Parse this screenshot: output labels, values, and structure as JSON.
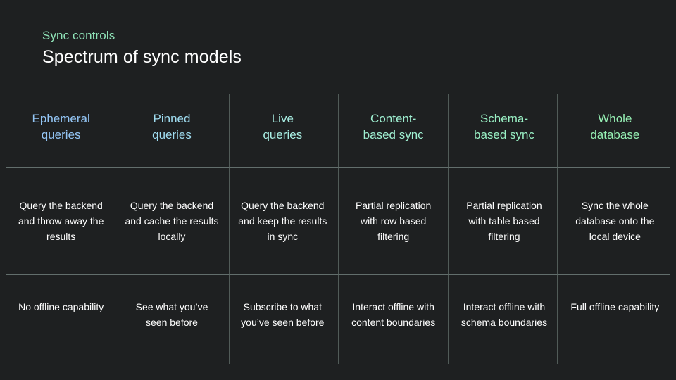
{
  "header": {
    "eyebrow": "Sync controls",
    "title": "Spectrum of sync models"
  },
  "colors": {
    "background": "#1e2021",
    "eyebrow": "#8fe3b8",
    "title": "#ffffff",
    "body_text": "#ffffff",
    "rule": "#6f7d79",
    "column_headers": [
      "#93c5f5",
      "#9fdcf0",
      "#a9efe4",
      "#9ff0d2",
      "#99f0c4",
      "#96f0b4"
    ]
  },
  "table": {
    "columns": [
      {
        "header": "Ephemeral\nqueries",
        "header_line1": "Ephemeral",
        "header_line2": "queries",
        "description": "Query the backend and throw away the results",
        "offline": "No offline capability"
      },
      {
        "header": "Pinned\nqueries",
        "header_line1": "Pinned",
        "header_line2": "queries",
        "description": "Query the backend and cache the results locally",
        "offline": "See what you’ve seen before"
      },
      {
        "header": "Live\nqueries",
        "header_line1": "Live",
        "header_line2": "queries",
        "description": "Query the backend and keep the results in sync",
        "offline": "Subscribe to what you’ve seen before"
      },
      {
        "header": "Content-\nbased sync",
        "header_line1": "Content-",
        "header_line2": "based sync",
        "description": "Partial replication with row based filtering",
        "offline": "Interact offline with content boundaries"
      },
      {
        "header": "Schema-\nbased sync",
        "header_line1": "Schema-",
        "header_line2": "based sync",
        "description": "Partial replication with table based filtering",
        "offline": "Interact offline with schema boundaries"
      },
      {
        "header": "Whole\ndatabase",
        "header_line1": "Whole",
        "header_line2": "database",
        "description": "Sync the whole database onto the local device",
        "offline": "Full offline capability"
      }
    ]
  }
}
